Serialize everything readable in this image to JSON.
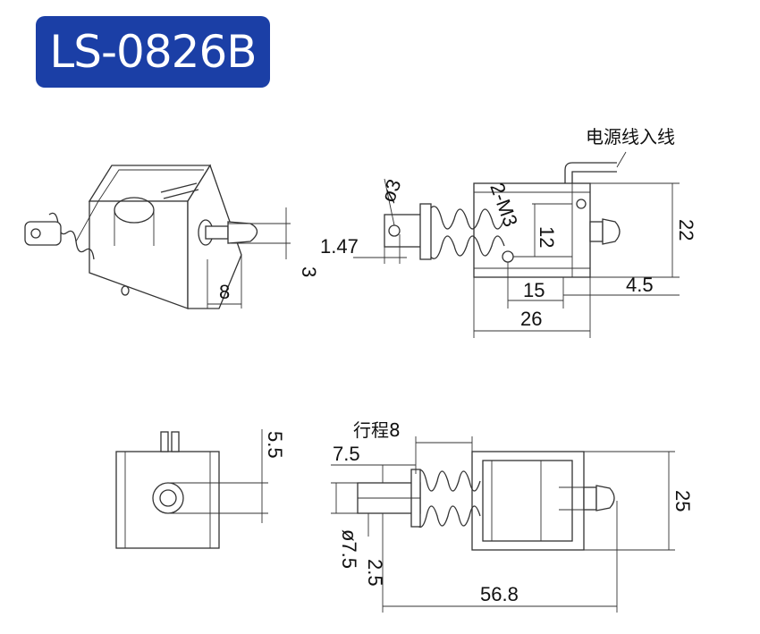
{
  "title": "LS-0826B",
  "labels": {
    "wire_lead": "电源线入线",
    "stroke": "行程8",
    "dia3": "ø3",
    "m3": "2-M3",
    "dia7_5": "ø7.5"
  },
  "dimensions": {
    "d8": "8",
    "d3": "3",
    "d1_47": "1.47",
    "d12": "12",
    "d22": "22",
    "d15": "15",
    "d4_5": "4.5",
    "d26": "26",
    "d5_5": "5.5",
    "d7_5": "7.5",
    "d25": "25",
    "d2_5": "2.5",
    "d56_8": "56.8"
  },
  "colors": {
    "badge": "#1b3fa6",
    "badge_text": "#ffffff",
    "line": "#333333"
  }
}
